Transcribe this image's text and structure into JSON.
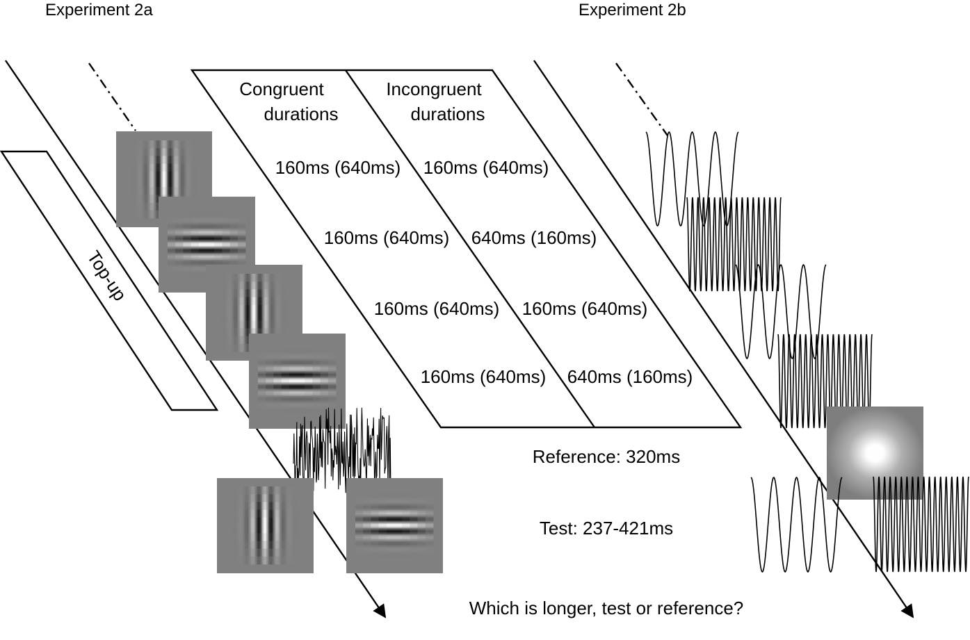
{
  "experiment_2a": {
    "title": "Experiment 2a",
    "topup_label": "Top-up",
    "stimuli": [
      "vertical-gabor",
      "horizontal-gabor",
      "vertical-gabor",
      "horizontal-gabor",
      "noise-mask"
    ],
    "test_pair": [
      "vertical-gabor",
      "horizontal-gabor"
    ]
  },
  "experiment_2b": {
    "title": "Experiment 2b",
    "stimuli": [
      "low-frequency-tone",
      "high-frequency-tone",
      "low-frequency-tone",
      "high-frequency-tone",
      "gaussian-blob"
    ],
    "test_pair": [
      "low-frequency-tone",
      "high-frequency-tone"
    ]
  },
  "durations_table": {
    "columns": [
      {
        "line1": "Congruent",
        "line2": "durations"
      },
      {
        "line1": "Incongruent",
        "line2": "durations"
      }
    ],
    "rows": [
      [
        "160ms (640ms)",
        "160ms (640ms)"
      ],
      [
        "160ms (640ms)",
        "640ms (160ms)"
      ],
      [
        "160ms (640ms)",
        "160ms (640ms)"
      ],
      [
        "160ms (640ms)",
        "640ms (160ms)"
      ]
    ]
  },
  "reference_label": "Reference: 320ms",
  "test_label": "Test: 237-421ms",
  "question": "Which is longer, test or reference?"
}
